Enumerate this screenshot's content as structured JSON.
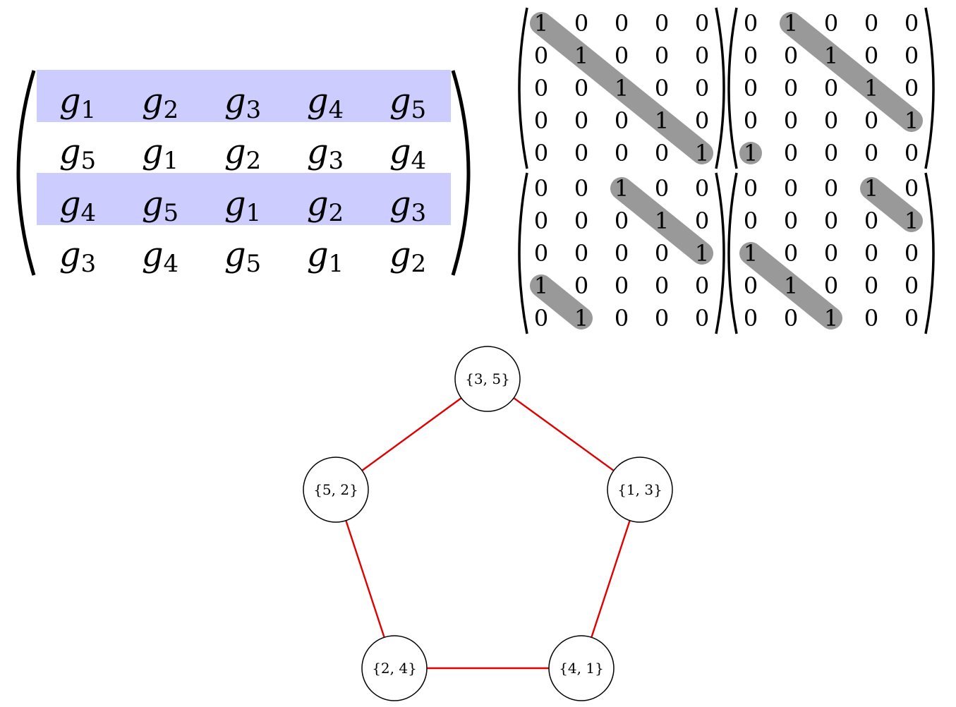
{
  "circulant_matrix": {
    "rows": [
      [
        {
          "base": "g",
          "sub": "1"
        },
        {
          "base": "g",
          "sub": "2"
        },
        {
          "base": "g",
          "sub": "3"
        },
        {
          "base": "g",
          "sub": "4"
        },
        {
          "base": "g",
          "sub": "5"
        }
      ],
      [
        {
          "base": "g",
          "sub": "5"
        },
        {
          "base": "g",
          "sub": "1"
        },
        {
          "base": "g",
          "sub": "2"
        },
        {
          "base": "g",
          "sub": "3"
        },
        {
          "base": "g",
          "sub": "4"
        }
      ],
      [
        {
          "base": "g",
          "sub": "4"
        },
        {
          "base": "g",
          "sub": "5"
        },
        {
          "base": "g",
          "sub": "1"
        },
        {
          "base": "g",
          "sub": "2"
        },
        {
          "base": "g",
          "sub": "3"
        }
      ],
      [
        {
          "base": "g",
          "sub": "3"
        },
        {
          "base": "g",
          "sub": "4"
        },
        {
          "base": "g",
          "sub": "5"
        },
        {
          "base": "g",
          "sub": "1"
        },
        {
          "base": "g",
          "sub": "2"
        }
      ]
    ],
    "highlighted_rows": [
      0,
      2
    ],
    "highlight_color": "#ccccff"
  },
  "permutation_matrices": {
    "highlight_color": "#999999",
    "matrices": [
      {
        "shift": 0,
        "rows": [
          [
            "1",
            "0",
            "0",
            "0",
            "0"
          ],
          [
            "0",
            "1",
            "0",
            "0",
            "0"
          ],
          [
            "0",
            "0",
            "1",
            "0",
            "0"
          ],
          [
            "0",
            "0",
            "0",
            "1",
            "0"
          ],
          [
            "0",
            "0",
            "0",
            "0",
            "1"
          ]
        ]
      },
      {
        "shift": 1,
        "rows": [
          [
            "0",
            "1",
            "0",
            "0",
            "0"
          ],
          [
            "0",
            "0",
            "1",
            "0",
            "0"
          ],
          [
            "0",
            "0",
            "0",
            "1",
            "0"
          ],
          [
            "0",
            "0",
            "0",
            "0",
            "1"
          ],
          [
            "1",
            "0",
            "0",
            "0",
            "0"
          ]
        ]
      },
      {
        "shift": 2,
        "rows": [
          [
            "0",
            "0",
            "1",
            "0",
            "0"
          ],
          [
            "0",
            "0",
            "0",
            "1",
            "0"
          ],
          [
            "0",
            "0",
            "0",
            "0",
            "1"
          ],
          [
            "1",
            "0",
            "0",
            "0",
            "0"
          ],
          [
            "0",
            "1",
            "0",
            "0",
            "0"
          ]
        ]
      },
      {
        "shift": 3,
        "rows": [
          [
            "0",
            "0",
            "0",
            "1",
            "0"
          ],
          [
            "0",
            "0",
            "0",
            "0",
            "1"
          ],
          [
            "1",
            "0",
            "0",
            "0",
            "0"
          ],
          [
            "0",
            "1",
            "0",
            "0",
            "0"
          ],
          [
            "0",
            "0",
            "1",
            "0",
            "0"
          ]
        ]
      }
    ]
  },
  "cycle_graph": {
    "edge_color": "#e00000",
    "nodes": [
      {
        "label": "{3, 5}"
      },
      {
        "label": "{1, 3}"
      },
      {
        "label": "{4, 1}"
      },
      {
        "label": "{2, 4}"
      },
      {
        "label": "{5, 2}"
      }
    ],
    "edges": [
      [
        0,
        1
      ],
      [
        1,
        2
      ],
      [
        2,
        3
      ],
      [
        3,
        4
      ],
      [
        4,
        0
      ]
    ]
  }
}
